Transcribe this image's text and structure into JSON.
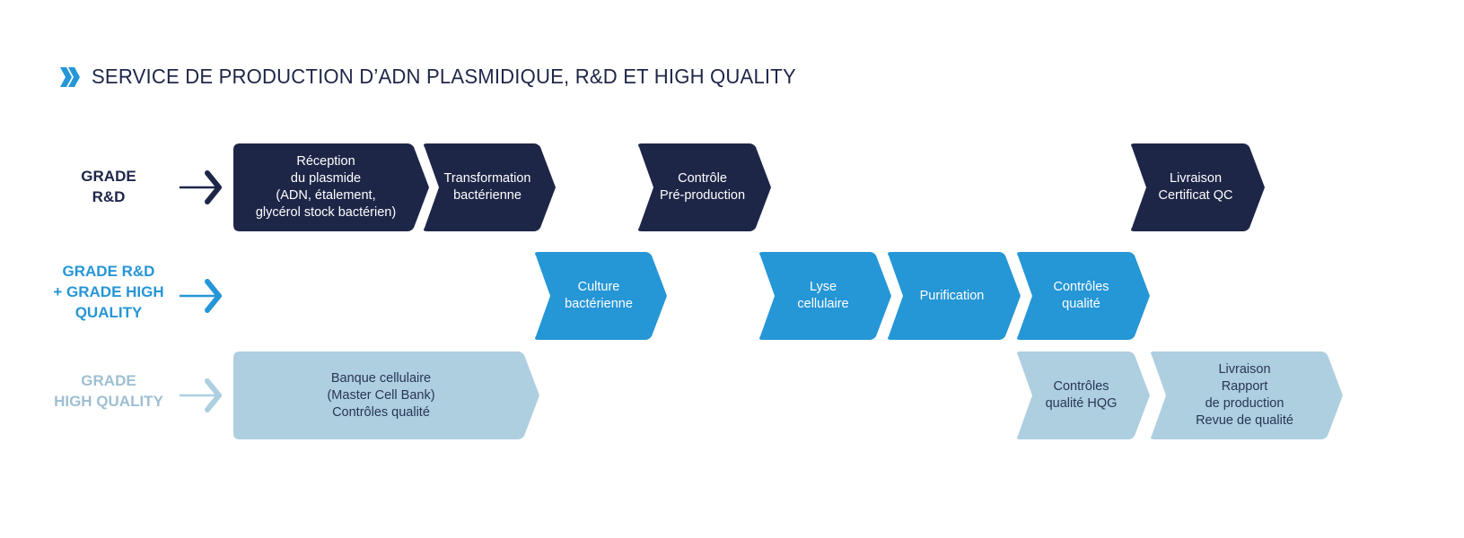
{
  "title": "SERVICE DE PRODUCTION D’ADN PLASMIDIQUE, R&D ET HIGH QUALITY",
  "colors": {
    "dark": "#1e2648",
    "mid": "#2596d6",
    "light": "#adcfe0",
    "light_text": "#9fbfd1",
    "title": "#1e2648"
  },
  "icons": {
    "title": "double-chevron-icon",
    "row_arrow": "right-arrow-icon"
  },
  "rows": [
    {
      "label_lines": [
        "GRADE",
        "R&D"
      ],
      "color": "dark"
    },
    {
      "label_lines": [
        "GRADE R&D",
        "+ GRADE HIGH",
        "QUALITY"
      ],
      "color": "mid"
    },
    {
      "label_lines": [
        "GRADE",
        "HIGH QUALITY"
      ],
      "color": "light"
    }
  ],
  "steps": [
    {
      "row": 0,
      "lines": [
        "Réception",
        "du plasmide",
        "(ADN, étalement,",
        "glycérol stock bactérien)"
      ]
    },
    {
      "row": 0,
      "lines": [
        "Transformation",
        "bactérienne"
      ]
    },
    {
      "row": 0,
      "lines": [
        "Contrôle",
        "Pré-production"
      ]
    },
    {
      "row": 0,
      "lines": [
        "Livraison",
        "Certificat QC"
      ]
    },
    {
      "row": 1,
      "lines": [
        "Culture",
        "bactérienne"
      ]
    },
    {
      "row": 1,
      "lines": [
        "Lyse",
        "cellulaire"
      ]
    },
    {
      "row": 1,
      "lines": [
        "Purification"
      ]
    },
    {
      "row": 1,
      "lines": [
        "Contrôles",
        "qualité"
      ]
    },
    {
      "row": 2,
      "lines": [
        "Banque cellulaire",
        "(Master Cell Bank)",
        "Contrôles qualité"
      ]
    },
    {
      "row": 2,
      "lines": [
        "Contrôles",
        "qualité HQG"
      ]
    },
    {
      "row": 2,
      "lines": [
        "Livraison",
        "Rapport",
        "de production",
        "Revue de qualité"
      ]
    }
  ]
}
